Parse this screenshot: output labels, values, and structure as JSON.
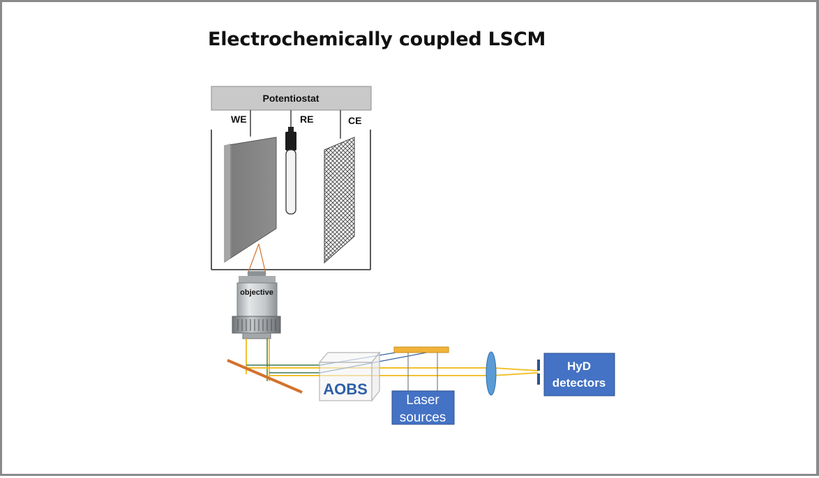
{
  "title": "Electrochemically coupled LSCM",
  "potentiostat": {
    "label": "Potentiostat"
  },
  "electrodes": {
    "we": "WE",
    "re": "RE",
    "ce": "CE"
  },
  "objective": {
    "label": "objective"
  },
  "aobs": {
    "label": "AOBS"
  },
  "laser": {
    "line1": "Laser",
    "line2": "sources"
  },
  "detectors": {
    "line1": "HyD",
    "line2": "detectors"
  },
  "colors": {
    "box_blue": "#4472c4",
    "beam_yellow": "#f2c12e",
    "beam_green": "#3f7a52",
    "beam_blue": "#2f5f9f",
    "mirror_orange": "#d4722c",
    "filter_gold": "#f0b43a",
    "lens_blue": "#5b9bd5"
  }
}
